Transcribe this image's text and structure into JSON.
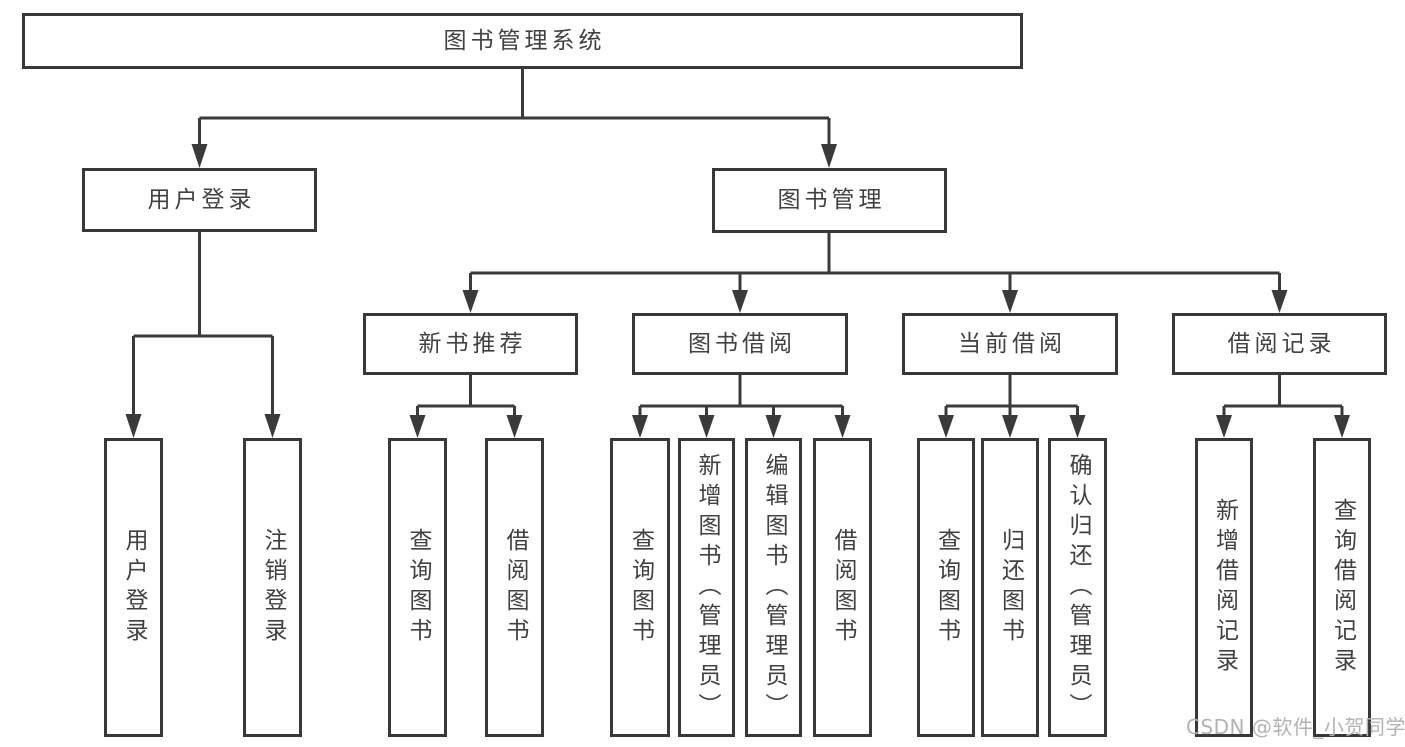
{
  "diagram": {
    "title": "图书管理系统",
    "branches": [
      {
        "label": "用户登录",
        "children": [
          {
            "label": "用户登录"
          },
          {
            "label": "注销登录"
          }
        ]
      },
      {
        "label": "图书管理",
        "children": [
          {
            "label": "新书推荐",
            "children": [
              {
                "label": "查询图书"
              },
              {
                "label": "借阅图书"
              }
            ]
          },
          {
            "label": "图书借阅",
            "children": [
              {
                "label": "查询图书"
              },
              {
                "label": "新增图书（管理员）"
              },
              {
                "label": "编辑图书（管理员）"
              },
              {
                "label": "借阅图书"
              }
            ]
          },
          {
            "label": "当前借阅",
            "children": [
              {
                "label": "查询图书"
              },
              {
                "label": "归还图书"
              },
              {
                "label": "确认归还（管理员）"
              }
            ]
          },
          {
            "label": "借阅记录",
            "children": [
              {
                "label": "新增借阅记录"
              },
              {
                "label": "查询借阅记录"
              }
            ]
          }
        ]
      }
    ]
  },
  "watermark": {
    "text": "CSDN @软件_小贺同学",
    "color": "#b3b3b3"
  },
  "colors": {
    "line": "#3a3a3a",
    "box_border": "#383838",
    "text": "#414141",
    "background": "#ffffff"
  }
}
